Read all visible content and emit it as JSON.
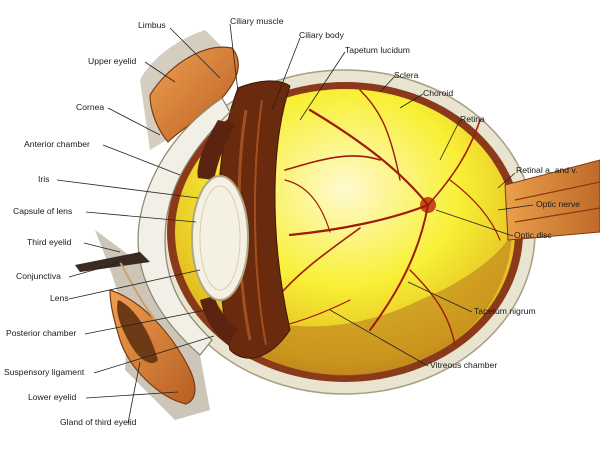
{
  "labels": {
    "limbus": "Limbus",
    "ciliary_muscle": "Ciliary muscle",
    "ciliary_body": "Ciliary body",
    "tapetum_lucidum": "Tapetum lucidum",
    "sclera": "Sclera",
    "choroid": "Choroid",
    "retina": "Retina",
    "upper_eyelid": "Upper eyelid",
    "cornea": "Cornea",
    "anterior_chamber": "Anterior chamber",
    "iris": "Iris",
    "capsule_of_lens": "Capsule of lens",
    "third_eyelid": "Third eyelid",
    "conjunctiva": "Conjunctiva",
    "lens": "Lens",
    "posterior_chamber": "Posterior chamber",
    "suspensory_ligament": "Suspensory ligament",
    "lower_eyelid": "Lower eyelid",
    "gland_of_third_eyelid": "Gland of third eyelid",
    "retinal_a_and_v": "Retinal a. and v.",
    "optic_nerve": "Optic nerve",
    "optic_disc": "Optic disc",
    "tapetum_nigrum": "Tapetum nigrum",
    "vitreous_chamber": "Vitreous chamber"
  },
  "colors": {
    "sclera": "#e8e4cf",
    "choroid": "#8a3a1a",
    "tapetum": "#f6ee1c",
    "tapetum_glow": "#fffad0",
    "nigrum": "#a8681a",
    "eyelid": "#d9853a",
    "vessel": "#9e1a0a",
    "lens": "#f4f0e2",
    "nerve": "#d98a3a"
  }
}
